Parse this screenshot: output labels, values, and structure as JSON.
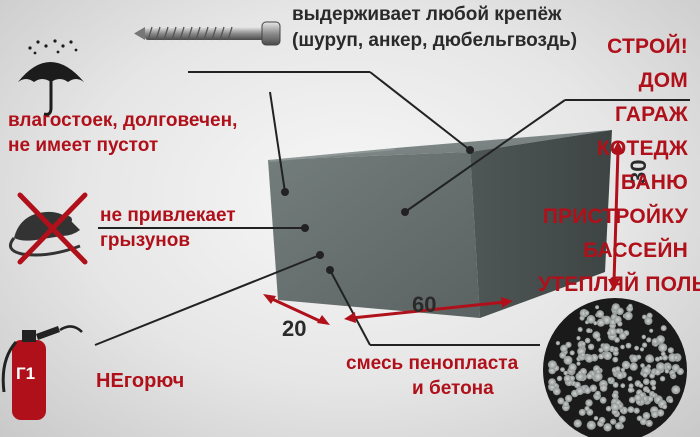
{
  "top_text": {
    "line1": "выдерживает любой крепёж",
    "line2": "(шуруп, анкер, дюбельгвоздь)"
  },
  "left_labels": {
    "moisture_line1": "влагостоек, долговечен,",
    "moisture_line2": "не имеет пустот",
    "rodents_line1": "не привлекает",
    "rodents_line2": "грызунов",
    "fire": "НЕгорюч"
  },
  "fire_class": "Г1",
  "dimensions": {
    "width": "20",
    "length": "60",
    "height": "30"
  },
  "mixture": {
    "line1": "смесь пенопласта",
    "line2": "и бетона"
  },
  "build_list": {
    "header": "СТРОЙ!",
    "items": [
      "ДОМ",
      "ГАРАЖ",
      "КОТЕДЖ",
      "БАНЮ",
      "ПРИСТРОЙКУ",
      "БАССЕЙН",
      "УТЕПЛЯЙ ПОЛЫ"
    ]
  },
  "colors": {
    "accent_red": "#b0101a",
    "text_dark": "#2a2a2a",
    "block_gray": "#6f7a78"
  },
  "icons": [
    "screw-icon",
    "umbrella-icon",
    "crossed-rat-icon",
    "fire-extinguisher-icon"
  ]
}
